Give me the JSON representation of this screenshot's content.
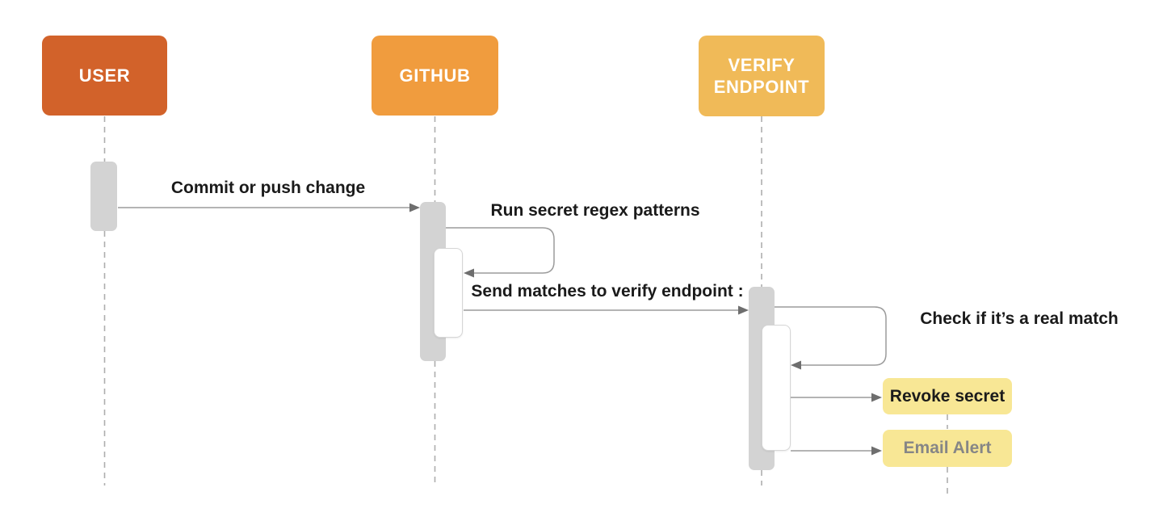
{
  "diagram": {
    "type": "sequence-diagram",
    "actors": [
      {
        "label": "USER",
        "color": "#d2622a"
      },
      {
        "label": "GITHUB",
        "color": "#f09c3e"
      },
      {
        "label": "VERIFY\nENDPOINT",
        "color": "#f0ba58"
      }
    ],
    "messages": [
      {
        "label": "Commit or push change",
        "from": "USER",
        "to": "GITHUB",
        "kind": "arrow"
      },
      {
        "label": "Run secret regex patterns",
        "from": "GITHUB",
        "to": "GITHUB",
        "kind": "self-loop"
      },
      {
        "label": "Send matches to verify endpoint :",
        "from": "GITHUB",
        "to": "VERIFY ENDPOINT",
        "kind": "arrow"
      },
      {
        "label": "Check if it’s a real match",
        "from": "VERIFY ENDPOINT",
        "to": "VERIFY ENDPOINT",
        "kind": "self-loop"
      }
    ],
    "notes": [
      {
        "label": "Revoke secret",
        "bg": "#f8e795",
        "text_color": "#1b1b1b"
      },
      {
        "label": "Email Alert",
        "bg": "#f8e795",
        "text_color": "#868686"
      }
    ],
    "colors": {
      "activation_bar": "#d3d3d3",
      "nested_activation_bar": "#ffffff",
      "connector_line": "#9b9b9b",
      "arrowhead": "#6e6e6e",
      "lifeline": "#aeaeae",
      "message_text": "#1a1a1a",
      "background": "#ffffff"
    }
  }
}
